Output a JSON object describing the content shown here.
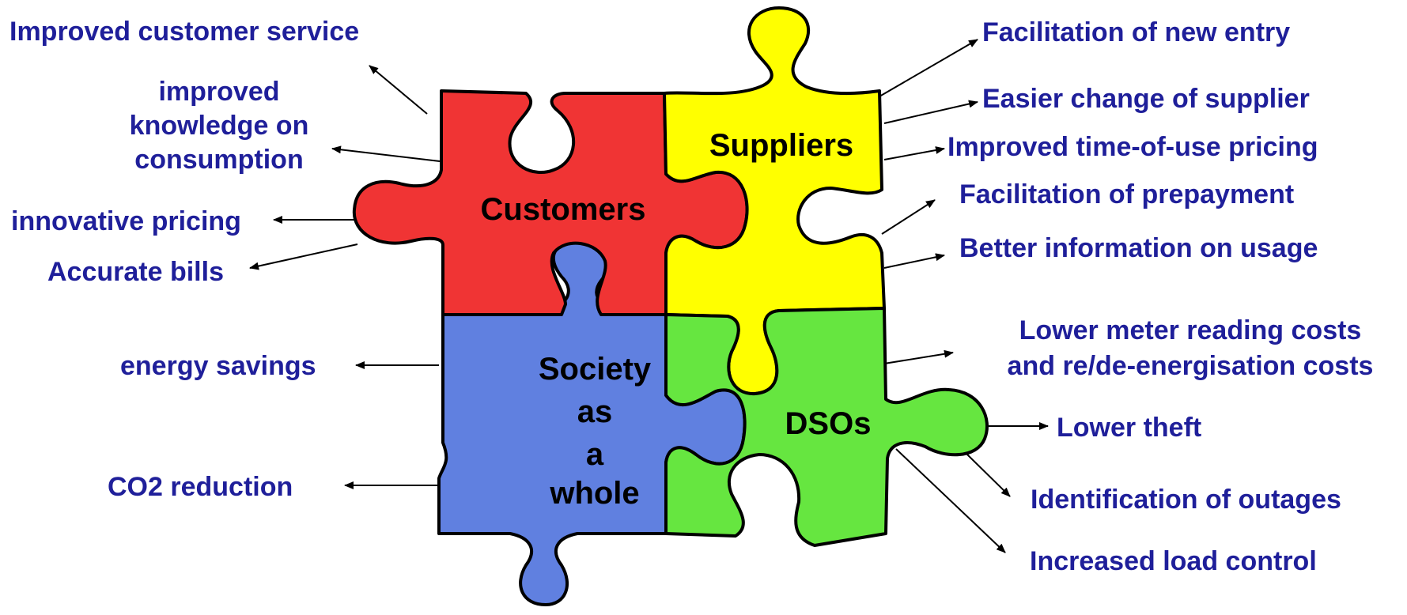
{
  "colors": {
    "customers": "#f03434",
    "suppliers": "#ffff00",
    "society": "#6080e0",
    "dsos": "#66e640",
    "text": "#1f1f9a"
  },
  "pieces": {
    "customers": "Customers",
    "suppliers": "Suppliers",
    "society": [
      "Society",
      "as",
      "a",
      "whole"
    ],
    "dsos": "DSOs"
  },
  "customer_benefits": {
    "improved_service": "Improved customer service",
    "knowledge": [
      "improved",
      "knowledge on",
      "consumption"
    ],
    "innovative_pricing": "innovative pricing",
    "accurate_bills": "Accurate bills"
  },
  "society_benefits": {
    "energy_savings": "energy savings",
    "co2_reduction": "CO2 reduction"
  },
  "supplier_benefits": {
    "new_entry": "Facilitation of new entry",
    "change_supplier": "Easier change of supplier",
    "tou_pricing": "Improved time-of-use pricing",
    "prepayment": "Facilitation of prepayment",
    "usage_info": "Better information on usage"
  },
  "dso_benefits": {
    "meter_costs": [
      "Lower meter reading costs",
      "and re/de-energisation costs"
    ],
    "lower_theft": "Lower theft",
    "outages": "Identification of outages",
    "load_control": "Increased load control"
  }
}
